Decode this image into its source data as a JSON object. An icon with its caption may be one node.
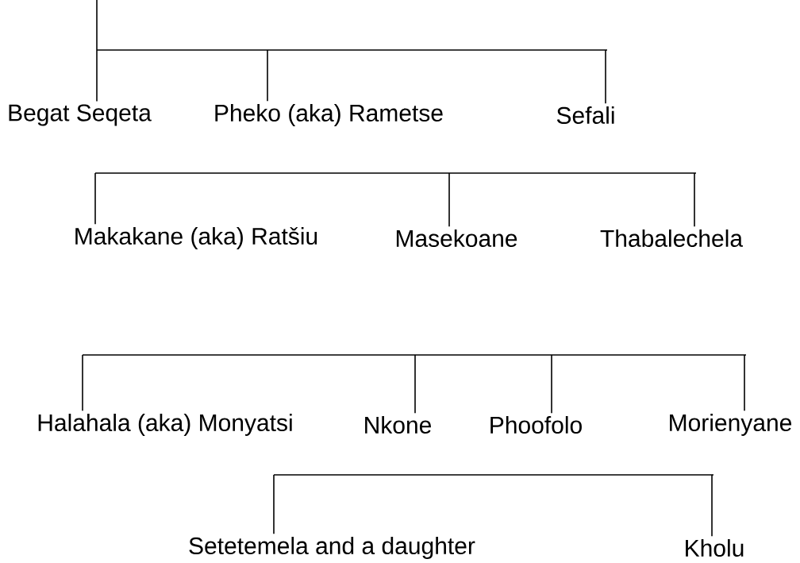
{
  "diagram": {
    "nodes": [
      {
        "text": [
          "Begat Seqeta"
        ]
      },
      {
        "text": [
          "Pheko (aka) Rametse"
        ]
      },
      {
        "text": [
          "Sefali"
        ]
      },
      {
        "text": [
          "Makakane (aka) Ratšiu"
        ]
      },
      {
        "text": [
          "Masekoane"
        ]
      },
      {
        "text": [
          "Thabalechela"
        ]
      },
      {
        "text": [
          "Halahala (aka) Monyatsi"
        ]
      },
      {
        "text": [
          "Nkone"
        ]
      },
      {
        "text": [
          "Phoofolo"
        ]
      },
      {
        "text": [
          "Morienyane"
        ]
      },
      {
        "text": [
          "Setetemela  and a daughter"
        ]
      },
      {
        "text": [
          "Kholu"
        ]
      }
    ],
    "edges": [
      {
        "from": null,
        "to": 0,
        "arrow": "none"
      },
      {
        "from": null,
        "to": 1,
        "arrow": "none"
      },
      {
        "from": null,
        "to": 2,
        "arrow": "none"
      },
      {
        "from": null,
        "to": 3,
        "arrow": "none"
      },
      {
        "from": null,
        "to": 4,
        "arrow": "none"
      },
      {
        "from": null,
        "to": 5,
        "arrow": "none"
      },
      {
        "from": null,
        "to": 6,
        "arrow": "none"
      },
      {
        "from": null,
        "to": 7,
        "arrow": "none"
      },
      {
        "from": null,
        "to": 8,
        "arrow": "none"
      },
      {
        "from": null,
        "to": 9,
        "arrow": "none"
      },
      {
        "from": null,
        "to": 10,
        "arrow": "none"
      },
      {
        "from": null,
        "to": 11,
        "arrow": "none"
      }
    ]
  }
}
